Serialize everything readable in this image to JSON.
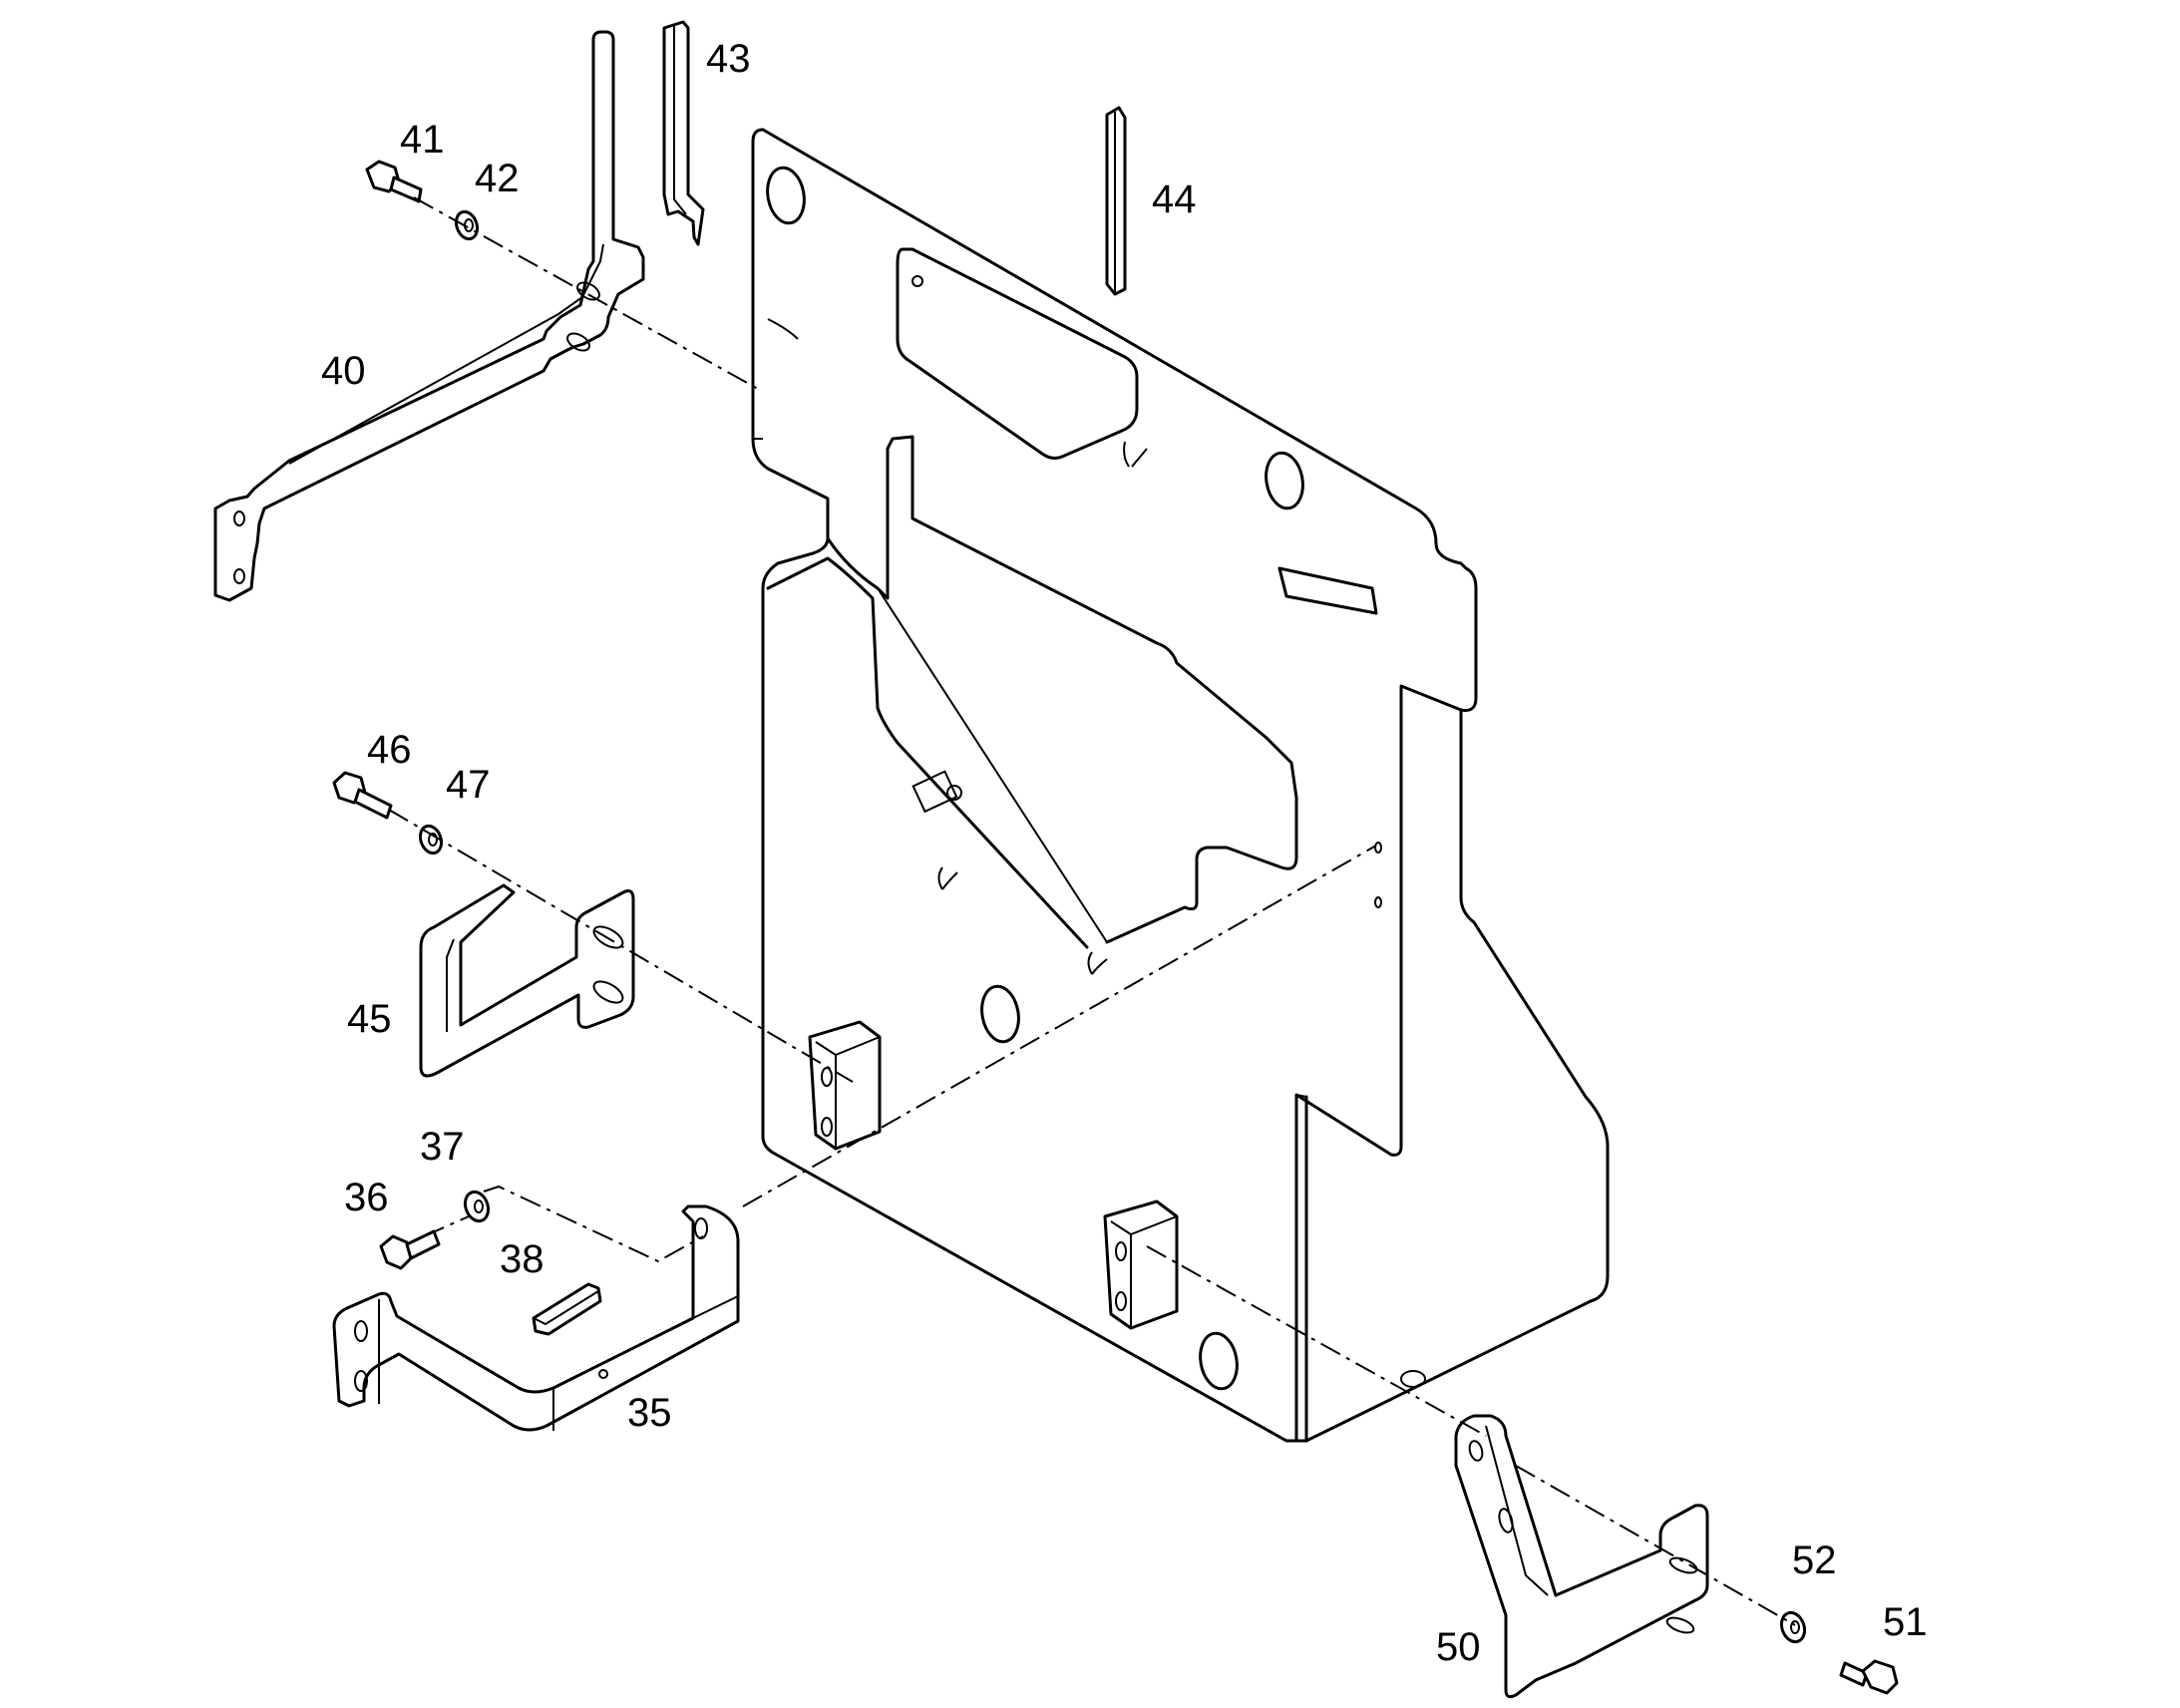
{
  "callouts": {
    "c35": "35",
    "c36": "36",
    "c37": "37",
    "c38": "38",
    "c40": "40",
    "c41": "41",
    "c42": "42",
    "c43": "43",
    "c44": "44",
    "c45": "45",
    "c46": "46",
    "c47": "47",
    "c50": "50",
    "c51": "51",
    "c52": "52"
  },
  "colors": {
    "line": "#000000",
    "background": "#ffffff"
  }
}
